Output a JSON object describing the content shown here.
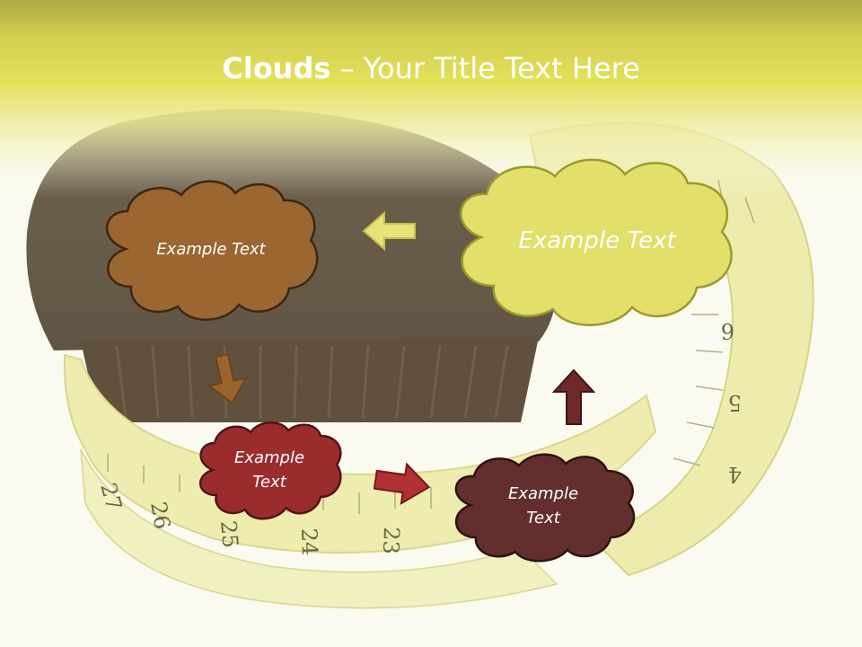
{
  "title": {
    "bold": "Clouds",
    "separator": " – ",
    "rest": "Your Title Text Here"
  },
  "clouds": [
    {
      "id": "brown",
      "text": "Example Text",
      "fill": "#9a6632",
      "stroke": "#3e2710"
    },
    {
      "id": "yellow",
      "text": "Example Text",
      "fill": "#e2df6a",
      "stroke": "#9c9a2c"
    },
    {
      "id": "red",
      "text": "Example Text",
      "fill": "#9b2c2e",
      "stroke": "#521416"
    },
    {
      "id": "maroon",
      "text": "Example Text",
      "fill": "#632e2e",
      "stroke": "#2e1212"
    }
  ],
  "arrows": [
    {
      "id": "yellow-to-brown",
      "color": "#e5e47a"
    },
    {
      "id": "brown-to-red",
      "color": "#9b642d"
    },
    {
      "id": "red-to-maroon",
      "color": "#b23034"
    },
    {
      "id": "maroon-to-yellow",
      "color": "#6e2a2a"
    }
  ],
  "colors": {
    "header_top": "#9a9a1c",
    "header_mid": "#e0dc3a",
    "background": "#fbfbf1"
  },
  "tape_numbers": [
    "27",
    "26",
    "25",
    "24",
    "23",
    "6",
    "5",
    "4"
  ]
}
